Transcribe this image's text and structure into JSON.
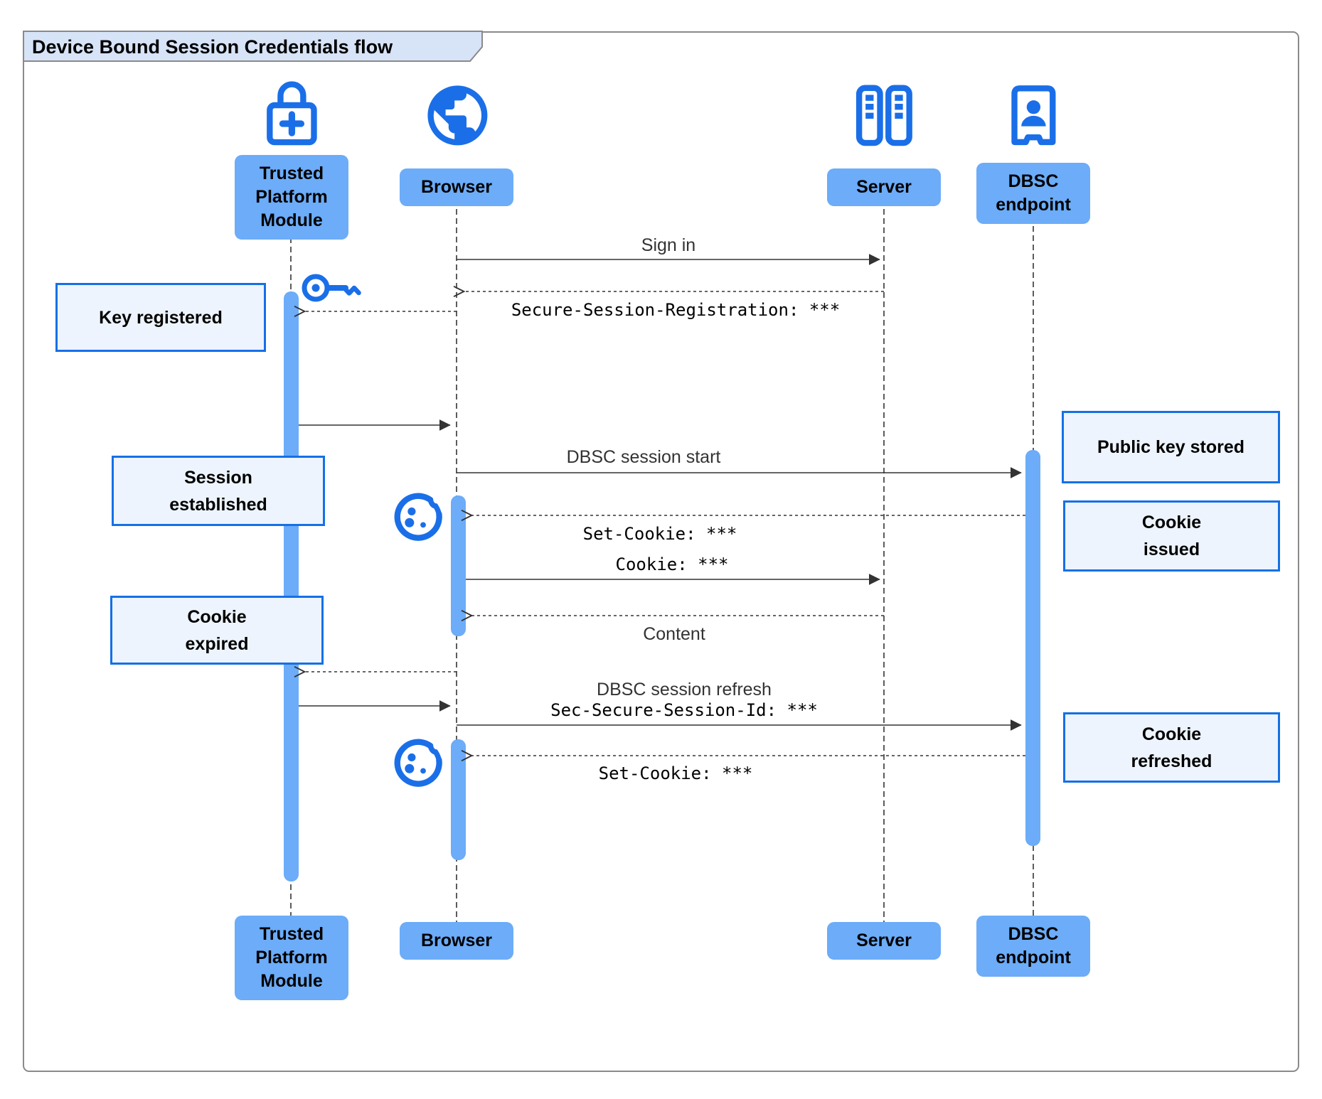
{
  "title": "Device Bound Session Credentials flow",
  "participants": {
    "tpm": {
      "label": "Trusted\nPlatform\nModule",
      "icon": "lock-plus-icon"
    },
    "browser": {
      "label": "Browser",
      "icon": "globe-icon"
    },
    "server": {
      "label": "Server",
      "icon": "server-racks-icon"
    },
    "dbsc": {
      "label": "DBSC\nendpoint",
      "icon": "person-door-icon"
    }
  },
  "messages": {
    "sign_in": "Sign in",
    "secure_session_registration": "Secure-Session-Registration: ***",
    "dbsc_session_start": "DBSC session start",
    "set_cookie_1": "Set-Cookie: ***",
    "cookie": "Cookie: ***",
    "content": "Content",
    "dbsc_session_refresh": "DBSC session refresh",
    "sec_secure_session_id": "Sec-Secure-Session-Id: ***",
    "set_cookie_2": "Set-Cookie: ***"
  },
  "notes": {
    "key_registered": "Key registered",
    "session_established": "Session\nestablished",
    "cookie_expired": "Cookie\nexpired",
    "public_key_stored": "Public key stored",
    "cookie_issued": "Cookie\nissued",
    "cookie_refreshed": "Cookie\nrefreshed"
  },
  "decorations": {
    "key": "key-icon",
    "cookie_first": "cookie-icon",
    "cookie_second": "cookie-icon"
  },
  "colors": {
    "icon_blue": "#1a6fe8",
    "participant_label_fill": "#6cacf8",
    "activation_bar_fill": "#6cacf8",
    "note_fill": "#edf4fd",
    "note_border": "#1570e6",
    "title_tab_fill": "#d7e3f7",
    "frame_border": "#8a8a8a",
    "arrow": "#333333"
  }
}
